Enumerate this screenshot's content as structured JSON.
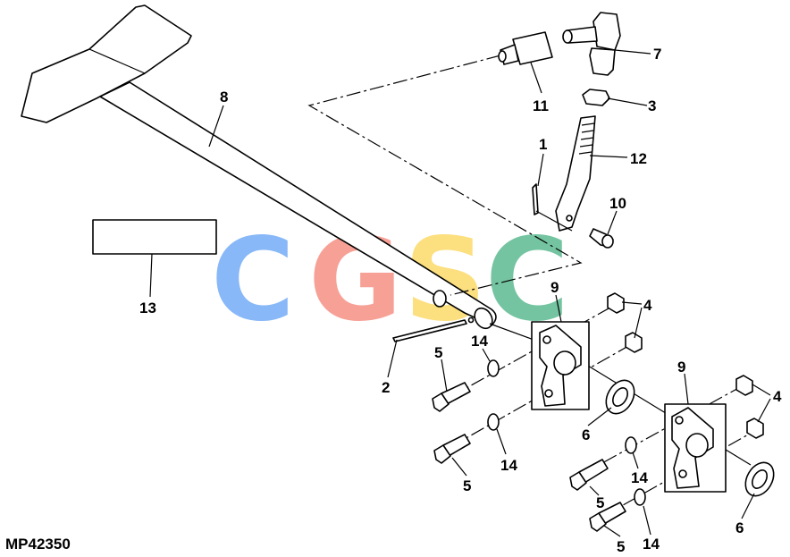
{
  "figure_id": "MP42350",
  "watermark": {
    "letters": [
      {
        "char": "C",
        "color": "#5b9df5"
      },
      {
        "char": "G",
        "color": "#f47c6e"
      },
      {
        "char": "S",
        "color": "#fcd34d"
      },
      {
        "char": "C",
        "color": "#3fae7e"
      }
    ]
  },
  "callouts": {
    "c1": "1",
    "c2": "2",
    "c3": "3",
    "c4a": "4",
    "c4b": "4",
    "c5a": "5",
    "c5b": "5",
    "c5c": "5",
    "c5d": "5",
    "c6a": "6",
    "c6b": "6",
    "c7": "7",
    "c8": "8",
    "c9a": "9",
    "c9b": "9",
    "c10": "10",
    "c11": "11",
    "c12": "12",
    "c13": "13",
    "c14a": "14",
    "c14b": "14",
    "c14c": "14",
    "c14d": "14"
  }
}
